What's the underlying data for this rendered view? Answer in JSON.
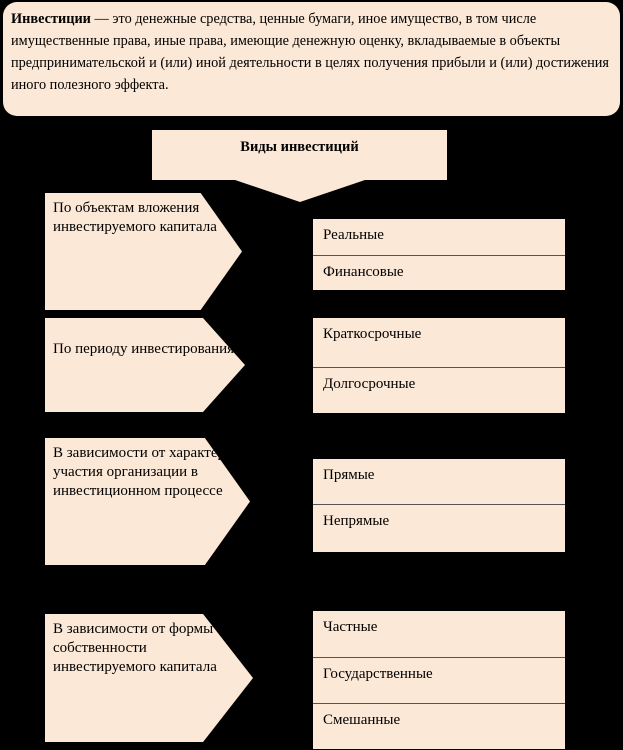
{
  "definition": {
    "term": "Инвестиции",
    "text": " — это денежные средства, ценные бумаги, иное имущество, в том числе имущественные права, иные права, имеющие денежную оценку, вкладываемые в объекты предпринимательской и (или) иной деятельности в целях получения прибыли и (или) достижения иного полезного эффекта."
  },
  "title": "Виды инвестиций",
  "groups": [
    {
      "criterion": "По объектам вложения инвестируемого капитала",
      "types": [
        "Реальные",
        "Финансовые"
      ]
    },
    {
      "criterion": "По периоду инвестирования",
      "types": [
        "Краткосрочные",
        "Долгосрочные"
      ]
    },
    {
      "criterion": "В зависимости от характера участия организации в инвестиционном процессе",
      "types": [
        "Прямые",
        "Непрямые"
      ]
    },
    {
      "criterion": "В зависимости от формы собственности инвестируемого капитала",
      "types": [
        "Частные",
        "Государственные",
        "Смешанные"
      ]
    }
  ]
}
